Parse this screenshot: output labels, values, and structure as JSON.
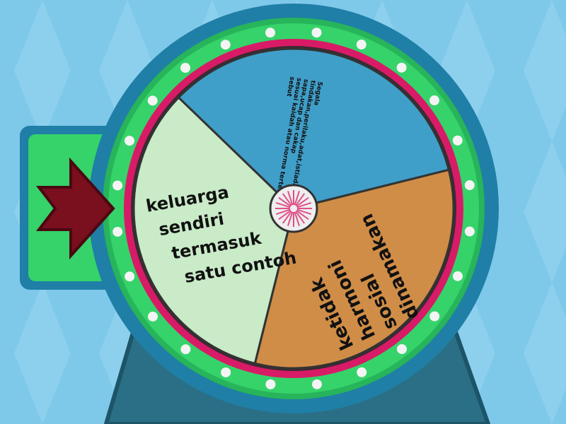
{
  "wheel": {
    "segments": [
      {
        "text": "Segala tindakan,perilaku,adat,istiadat,tegur sapa,ucap dan cakap sesuai kaidah atau norma tertentu di sebut",
        "color": "#3f9fc9"
      },
      {
        "text": "ketidak harmoni sosial dinamakan",
        "color": "#d08d47"
      },
      {
        "text": "keluarga sendiri termasuk satu contoh",
        "color": "#c9ebc8"
      }
    ],
    "colors": {
      "background": "#7ec8ea",
      "outer_ring": "#1f7fa6",
      "green_ring": "#35d36a",
      "pink_ring": "#d81b66",
      "pointer": "#7a0f1e",
      "stand": "#2b6f86"
    }
  }
}
